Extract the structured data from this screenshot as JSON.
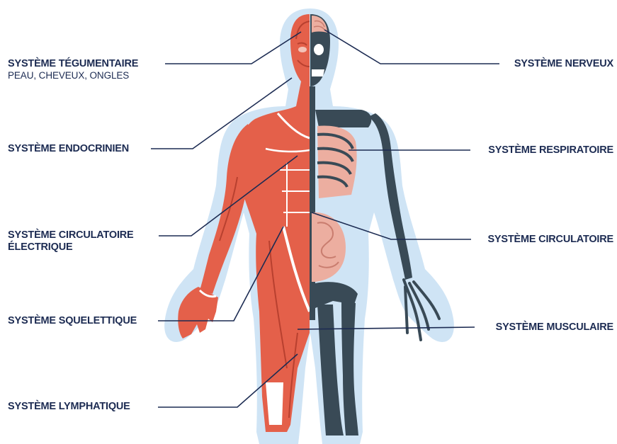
{
  "colors": {
    "text": "#1c2b52",
    "leader_line": "#1c2b52",
    "halo": "#cfe4f5",
    "skeleton": "#394a56",
    "muscle": "#e4604a",
    "muscle_dark": "#b8402f",
    "organ": "#ecaea0"
  },
  "labels": {
    "integumentary": "SYSTÈME TÉGUMENTAIRE",
    "integumentary_sub": "PEAU, CHEVEUX, ONGLES",
    "endocrine": "SYSTÈME ENDOCRINIEN",
    "electrical_line1": "SYSTÈME CIRCULATOIRE",
    "electrical_line2": "ÉLECTRIQUE",
    "skeletal": "SYSTÈME SQUELETTIQUE",
    "lymphatic": "SYSTÈME LYMPHATIQUE",
    "nervous": "SYSTÈME NERVEUX",
    "respiratory": "SYSTÈME RESPIRATOIRE",
    "circulatory": "SYSTÈME CIRCULATOIRE",
    "muscular": "SYSTÈME MUSCULAIRE"
  }
}
